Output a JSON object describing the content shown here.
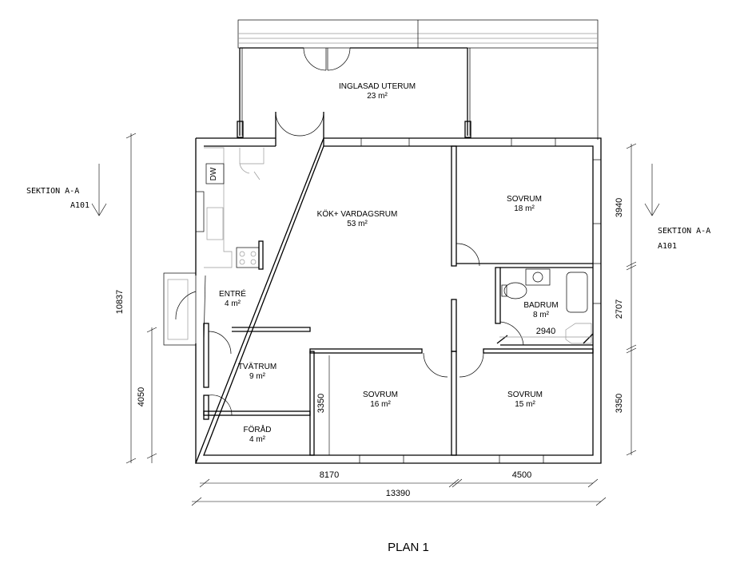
{
  "title": "PLAN 1",
  "rooms": {
    "uterum": {
      "name": "INGLASAD UTERUM",
      "area": "23 m²"
    },
    "kok": {
      "name": "KÖK+ VARDAGSRUM",
      "area": "53 m²"
    },
    "sovrum1": {
      "name": "SOVRUM",
      "area": "18 m²"
    },
    "entre": {
      "name": "ENTRÉ",
      "area": "4 m²"
    },
    "badrum": {
      "name": "BADRUM",
      "area": "8 m²"
    },
    "tvatrum": {
      "name": "TVÄTRUM",
      "area": "9 m²"
    },
    "sovrum2": {
      "name": "SOVRUM",
      "area": "16 m²"
    },
    "sovrum3": {
      "name": "SOVRUM",
      "area": "15 m²"
    },
    "forrad": {
      "name": "FÖRÅD",
      "area": "4 m²"
    }
  },
  "fixtures": {
    "dishwasher": "DW"
  },
  "sections": {
    "left": {
      "label": "SEKTION A-A",
      "ref": "A101"
    },
    "right": {
      "label": "SEKTION A-A",
      "ref": "A101"
    }
  },
  "dimensions": {
    "total_height": "10837",
    "left_lower": "4050",
    "right_top": "3940",
    "right_mid": "2707",
    "right_bottom": "3350",
    "inner_3350": "3350",
    "bath_2940": "2940",
    "bottom_left": "8170",
    "bottom_right": "4500",
    "total_width": "13390"
  }
}
